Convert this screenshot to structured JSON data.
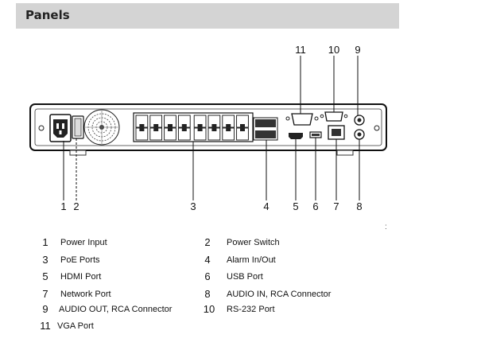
{
  "header": {
    "title": "Panels"
  },
  "callouts_top": [
    "11",
    "10",
    "9"
  ],
  "callouts_bottom": [
    "1",
    "2",
    "3",
    "4",
    "5",
    "6",
    "7",
    "8"
  ],
  "legend": [
    {
      "num": "1",
      "label": "Power Input"
    },
    {
      "num": "2",
      "label": "Power Switch"
    },
    {
      "num": "3",
      "label": "PoE Ports"
    },
    {
      "num": "4",
      "label": "Alarm In/Out"
    },
    {
      "num": "5",
      "label": "HDMI Port"
    },
    {
      "num": "6",
      "label": "USB Port"
    },
    {
      "num": "7",
      "label": "Network Port"
    },
    {
      "num": "8",
      "label": "AUDIO IN, RCA Connector"
    },
    {
      "num": "9",
      "label": "AUDIO OUT, RCA Connector"
    },
    {
      "num": "10",
      "label": "RS-232 Port"
    },
    {
      "num": "11",
      "label": "VGA Port"
    }
  ]
}
